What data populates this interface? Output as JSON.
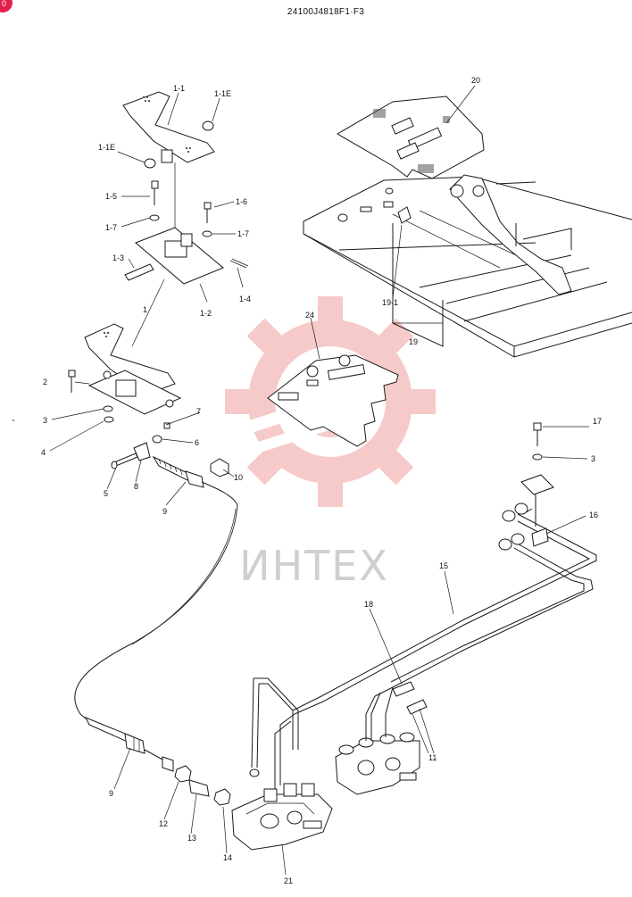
{
  "header": {
    "code": "24100J4818F1·F3"
  },
  "watermark": {
    "text": "ИНТЕХ",
    "color": "#f2a0a0"
  },
  "badge": {
    "color": "#e0204a",
    "glyph": "0"
  },
  "callouts": [
    {
      "id": "c-1-1",
      "text": "1-1"
    },
    {
      "id": "c-1-1e-a",
      "text": "1-1E"
    },
    {
      "id": "c-1-1e-b",
      "text": "1-1E"
    },
    {
      "id": "c-1-5",
      "text": "1-5"
    },
    {
      "id": "c-1-6",
      "text": "1-6"
    },
    {
      "id": "c-1-7-a",
      "text": "1-7"
    },
    {
      "id": "c-1-7-b",
      "text": "1-7"
    },
    {
      "id": "c-1-3",
      "text": "1-3"
    },
    {
      "id": "c-1-4",
      "text": "1-4"
    },
    {
      "id": "c-1-2",
      "text": "1-2"
    },
    {
      "id": "c-1",
      "text": "1"
    },
    {
      "id": "c-2",
      "text": "2"
    },
    {
      "id": "c-3-a",
      "text": "3"
    },
    {
      "id": "c-4",
      "text": "4"
    },
    {
      "id": "c-7",
      "text": "7"
    },
    {
      "id": "c-6",
      "text": "6"
    },
    {
      "id": "c-5",
      "text": "5"
    },
    {
      "id": "c-8",
      "text": "8"
    },
    {
      "id": "c-9-a",
      "text": "9"
    },
    {
      "id": "c-10",
      "text": "10"
    },
    {
      "id": "c-20",
      "text": "20"
    },
    {
      "id": "c-19-1",
      "text": "19-1"
    },
    {
      "id": "c-19",
      "text": "19"
    },
    {
      "id": "c-24",
      "text": "24"
    },
    {
      "id": "c-17",
      "text": "17"
    },
    {
      "id": "c-3-b",
      "text": "3"
    },
    {
      "id": "c-16",
      "text": "16"
    },
    {
      "id": "c-15",
      "text": "15"
    },
    {
      "id": "c-18",
      "text": "18"
    },
    {
      "id": "c-11",
      "text": "11"
    },
    {
      "id": "c-9-b",
      "text": "9"
    },
    {
      "id": "c-12",
      "text": "12"
    },
    {
      "id": "c-13",
      "text": "13"
    },
    {
      "id": "c-14",
      "text": "14"
    },
    {
      "id": "c-21",
      "text": "21"
    }
  ]
}
